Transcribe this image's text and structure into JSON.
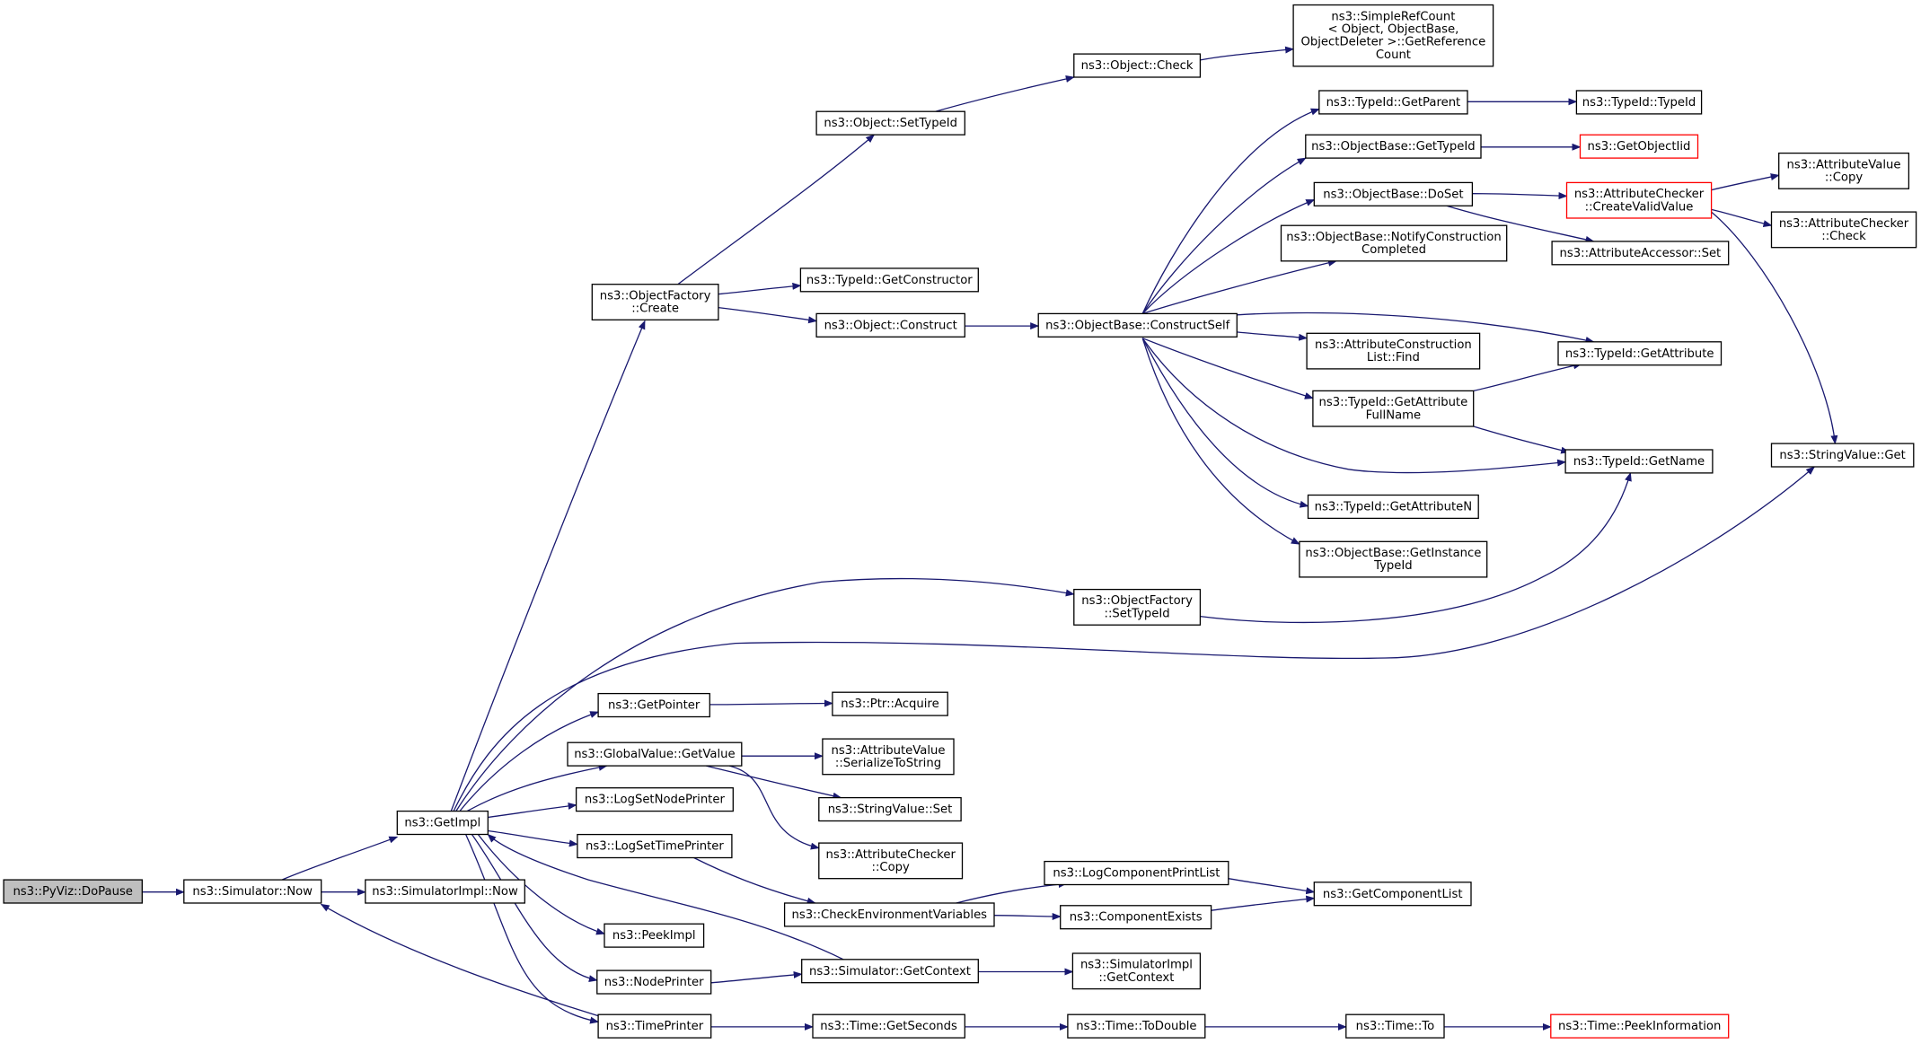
{
  "colors": {
    "edge": "#191970",
    "box_border": "#000000",
    "root_fill": "#bfbfbf",
    "truncated_border": "#ff0000",
    "background": "#ffffff"
  },
  "nodes": [
    {
      "id": "dopause",
      "lines": [
        "ns3::PyViz::DoPause"
      ],
      "root": true
    },
    {
      "id": "sim_now",
      "lines": [
        "ns3::Simulator::Now"
      ]
    },
    {
      "id": "getimpl",
      "lines": [
        "ns3::GetImpl"
      ]
    },
    {
      "id": "simimpl_now",
      "lines": [
        "ns3::SimulatorImpl::Now"
      ]
    },
    {
      "id": "of_create",
      "lines": [
        "ns3::ObjectFactory",
        "::Create"
      ]
    },
    {
      "id": "obj_settypeid",
      "lines": [
        "ns3::Object::SetTypeId"
      ]
    },
    {
      "id": "obj_check",
      "lines": [
        "ns3::Object::Check"
      ]
    },
    {
      "id": "srefcount",
      "lines": [
        "ns3::SimpleRefCount",
        "< Object, ObjectBase,",
        "ObjectDeleter >::GetReference",
        "Count"
      ]
    },
    {
      "id": "tid_getconstructor",
      "lines": [
        "ns3::TypeId::GetConstructor"
      ]
    },
    {
      "id": "obj_construct",
      "lines": [
        "ns3::Object::Construct"
      ]
    },
    {
      "id": "ob_constructself",
      "lines": [
        "ns3::ObjectBase::ConstructSelf"
      ]
    },
    {
      "id": "tid_getparent",
      "lines": [
        "ns3::TypeId::GetParent"
      ]
    },
    {
      "id": "tid_typeid",
      "lines": [
        "ns3::TypeId::TypeId"
      ]
    },
    {
      "id": "ob_gettypeid",
      "lines": [
        "ns3::ObjectBase::GetTypeId"
      ]
    },
    {
      "id": "getobjectiid",
      "lines": [
        "ns3::GetObjectIid"
      ],
      "truncated": true
    },
    {
      "id": "ob_doset",
      "lines": [
        "ns3::ObjectBase::DoSet"
      ]
    },
    {
      "id": "ac_createvalid",
      "lines": [
        "ns3::AttributeChecker",
        "::CreateValidValue"
      ],
      "truncated": true
    },
    {
      "id": "av_copy",
      "lines": [
        "ns3::AttributeValue",
        "::Copy"
      ]
    },
    {
      "id": "ac_check",
      "lines": [
        "ns3::AttributeChecker",
        "::Check"
      ]
    },
    {
      "id": "ob_notify",
      "lines": [
        "ns3::ObjectBase::NotifyConstruction",
        "Completed"
      ]
    },
    {
      "id": "aa_set",
      "lines": [
        "ns3::AttributeAccessor::Set"
      ]
    },
    {
      "id": "acl_find",
      "lines": [
        "ns3::AttributeConstruction",
        "List::Find"
      ]
    },
    {
      "id": "tid_getattribute",
      "lines": [
        "ns3::TypeId::GetAttribute"
      ]
    },
    {
      "id": "tid_getattrfull",
      "lines": [
        "ns3::TypeId::GetAttribute",
        "FullName"
      ]
    },
    {
      "id": "tid_getname",
      "lines": [
        "ns3::TypeId::GetName"
      ]
    },
    {
      "id": "sv_get",
      "lines": [
        "ns3::StringValue::Get"
      ]
    },
    {
      "id": "tid_getattrn",
      "lines": [
        "ns3::TypeId::GetAttributeN"
      ]
    },
    {
      "id": "ob_getinstance",
      "lines": [
        "ns3::ObjectBase::GetInstance",
        "TypeId"
      ]
    },
    {
      "id": "of_settypeid",
      "lines": [
        "ns3::ObjectFactory",
        "::SetTypeId"
      ]
    },
    {
      "id": "getpointer",
      "lines": [
        "ns3::GetPointer"
      ]
    },
    {
      "id": "ptr_acquire",
      "lines": [
        "ns3::Ptr::Acquire"
      ]
    },
    {
      "id": "gv_getvalue",
      "lines": [
        "ns3::GlobalValue::GetValue"
      ]
    },
    {
      "id": "av_serialize",
      "lines": [
        "ns3::AttributeValue",
        "::SerializeToString"
      ]
    },
    {
      "id": "logsetnodeprinter",
      "lines": [
        "ns3::LogSetNodePrinter"
      ]
    },
    {
      "id": "sv_set",
      "lines": [
        "ns3::StringValue::Set"
      ]
    },
    {
      "id": "logsettimeprinter",
      "lines": [
        "ns3::LogSetTimePrinter"
      ]
    },
    {
      "id": "ac_copy",
      "lines": [
        "ns3::AttributeChecker",
        "::Copy"
      ]
    },
    {
      "id": "logcompprintlist",
      "lines": [
        "ns3::LogComponentPrintList"
      ]
    },
    {
      "id": "checkenv",
      "lines": [
        "ns3::CheckEnvironmentVariables"
      ]
    },
    {
      "id": "compexists",
      "lines": [
        "ns3::ComponentExists"
      ]
    },
    {
      "id": "getcomplist",
      "lines": [
        "ns3::GetComponentList"
      ]
    },
    {
      "id": "peekimpl",
      "lines": [
        "ns3::PeekImpl"
      ]
    },
    {
      "id": "nodeprinter",
      "lines": [
        "ns3::NodePrinter"
      ]
    },
    {
      "id": "sim_getcontext",
      "lines": [
        "ns3::Simulator::GetContext"
      ]
    },
    {
      "id": "simimpl_getcontext",
      "lines": [
        "ns3::SimulatorImpl",
        "::GetContext"
      ]
    },
    {
      "id": "timeprinter",
      "lines": [
        "ns3::TimePrinter"
      ]
    },
    {
      "id": "time_getseconds",
      "lines": [
        "ns3::Time::GetSeconds"
      ]
    },
    {
      "id": "time_todouble",
      "lines": [
        "ns3::Time::ToDouble"
      ]
    },
    {
      "id": "time_to",
      "lines": [
        "ns3::Time::To"
      ]
    },
    {
      "id": "time_peekinfo",
      "lines": [
        "ns3::Time::PeekInformation"
      ],
      "truncated": true
    }
  ],
  "edges": [
    [
      "dopause",
      "sim_now"
    ],
    [
      "sim_now",
      "getimpl"
    ],
    [
      "sim_now",
      "simimpl_now"
    ],
    [
      "getimpl",
      "of_create"
    ],
    [
      "of_create",
      "obj_settypeid"
    ],
    [
      "of_create",
      "tid_getconstructor"
    ],
    [
      "of_create",
      "obj_construct"
    ],
    [
      "obj_settypeid",
      "obj_check"
    ],
    [
      "obj_check",
      "srefcount"
    ],
    [
      "obj_construct",
      "ob_constructself"
    ],
    [
      "ob_constructself",
      "tid_getparent"
    ],
    [
      "ob_constructself",
      "ob_gettypeid"
    ],
    [
      "ob_constructself",
      "ob_doset"
    ],
    [
      "ob_constructself",
      "ob_notify"
    ],
    [
      "ob_constructself",
      "acl_find"
    ],
    [
      "ob_constructself",
      "tid_getattribute"
    ],
    [
      "ob_constructself",
      "tid_getattrfull"
    ],
    [
      "ob_constructself",
      "tid_getname"
    ],
    [
      "ob_constructself",
      "tid_getattrn"
    ],
    [
      "ob_constructself",
      "ob_getinstance"
    ],
    [
      "tid_getparent",
      "tid_typeid"
    ],
    [
      "ob_gettypeid",
      "getobjectiid"
    ],
    [
      "ob_doset",
      "ac_createvalid"
    ],
    [
      "ob_doset",
      "aa_set"
    ],
    [
      "ac_createvalid",
      "av_copy"
    ],
    [
      "ac_createvalid",
      "ac_check"
    ],
    [
      "ac_createvalid",
      "sv_get"
    ],
    [
      "tid_getattrfull",
      "tid_getattribute"
    ],
    [
      "tid_getattrfull",
      "tid_getname"
    ],
    [
      "getimpl",
      "of_settypeid"
    ],
    [
      "of_settypeid",
      "tid_getname"
    ],
    [
      "getimpl",
      "sv_get"
    ],
    [
      "getimpl",
      "getpointer"
    ],
    [
      "getpointer",
      "ptr_acquire"
    ],
    [
      "getimpl",
      "gv_getvalue"
    ],
    [
      "gv_getvalue",
      "av_serialize"
    ],
    [
      "gv_getvalue",
      "sv_set"
    ],
    [
      "gv_getvalue",
      "ac_copy"
    ],
    [
      "getimpl",
      "logsetnodeprinter"
    ],
    [
      "getimpl",
      "logsettimeprinter"
    ],
    [
      "logsettimeprinter",
      "checkenv"
    ],
    [
      "checkenv",
      "logcompprintlist"
    ],
    [
      "checkenv",
      "compexists"
    ],
    [
      "logcompprintlist",
      "getcomplist"
    ],
    [
      "compexists",
      "getcomplist"
    ],
    [
      "getimpl",
      "peekimpl"
    ],
    [
      "getimpl",
      "nodeprinter"
    ],
    [
      "nodeprinter",
      "sim_getcontext"
    ],
    [
      "sim_getcontext",
      "getimpl"
    ],
    [
      "sim_getcontext",
      "simimpl_getcontext"
    ],
    [
      "getimpl",
      "timeprinter"
    ],
    [
      "timeprinter",
      "sim_now"
    ],
    [
      "timeprinter",
      "time_getseconds"
    ],
    [
      "time_getseconds",
      "time_todouble"
    ],
    [
      "time_todouble",
      "time_to"
    ],
    [
      "time_to",
      "time_peekinfo"
    ]
  ]
}
